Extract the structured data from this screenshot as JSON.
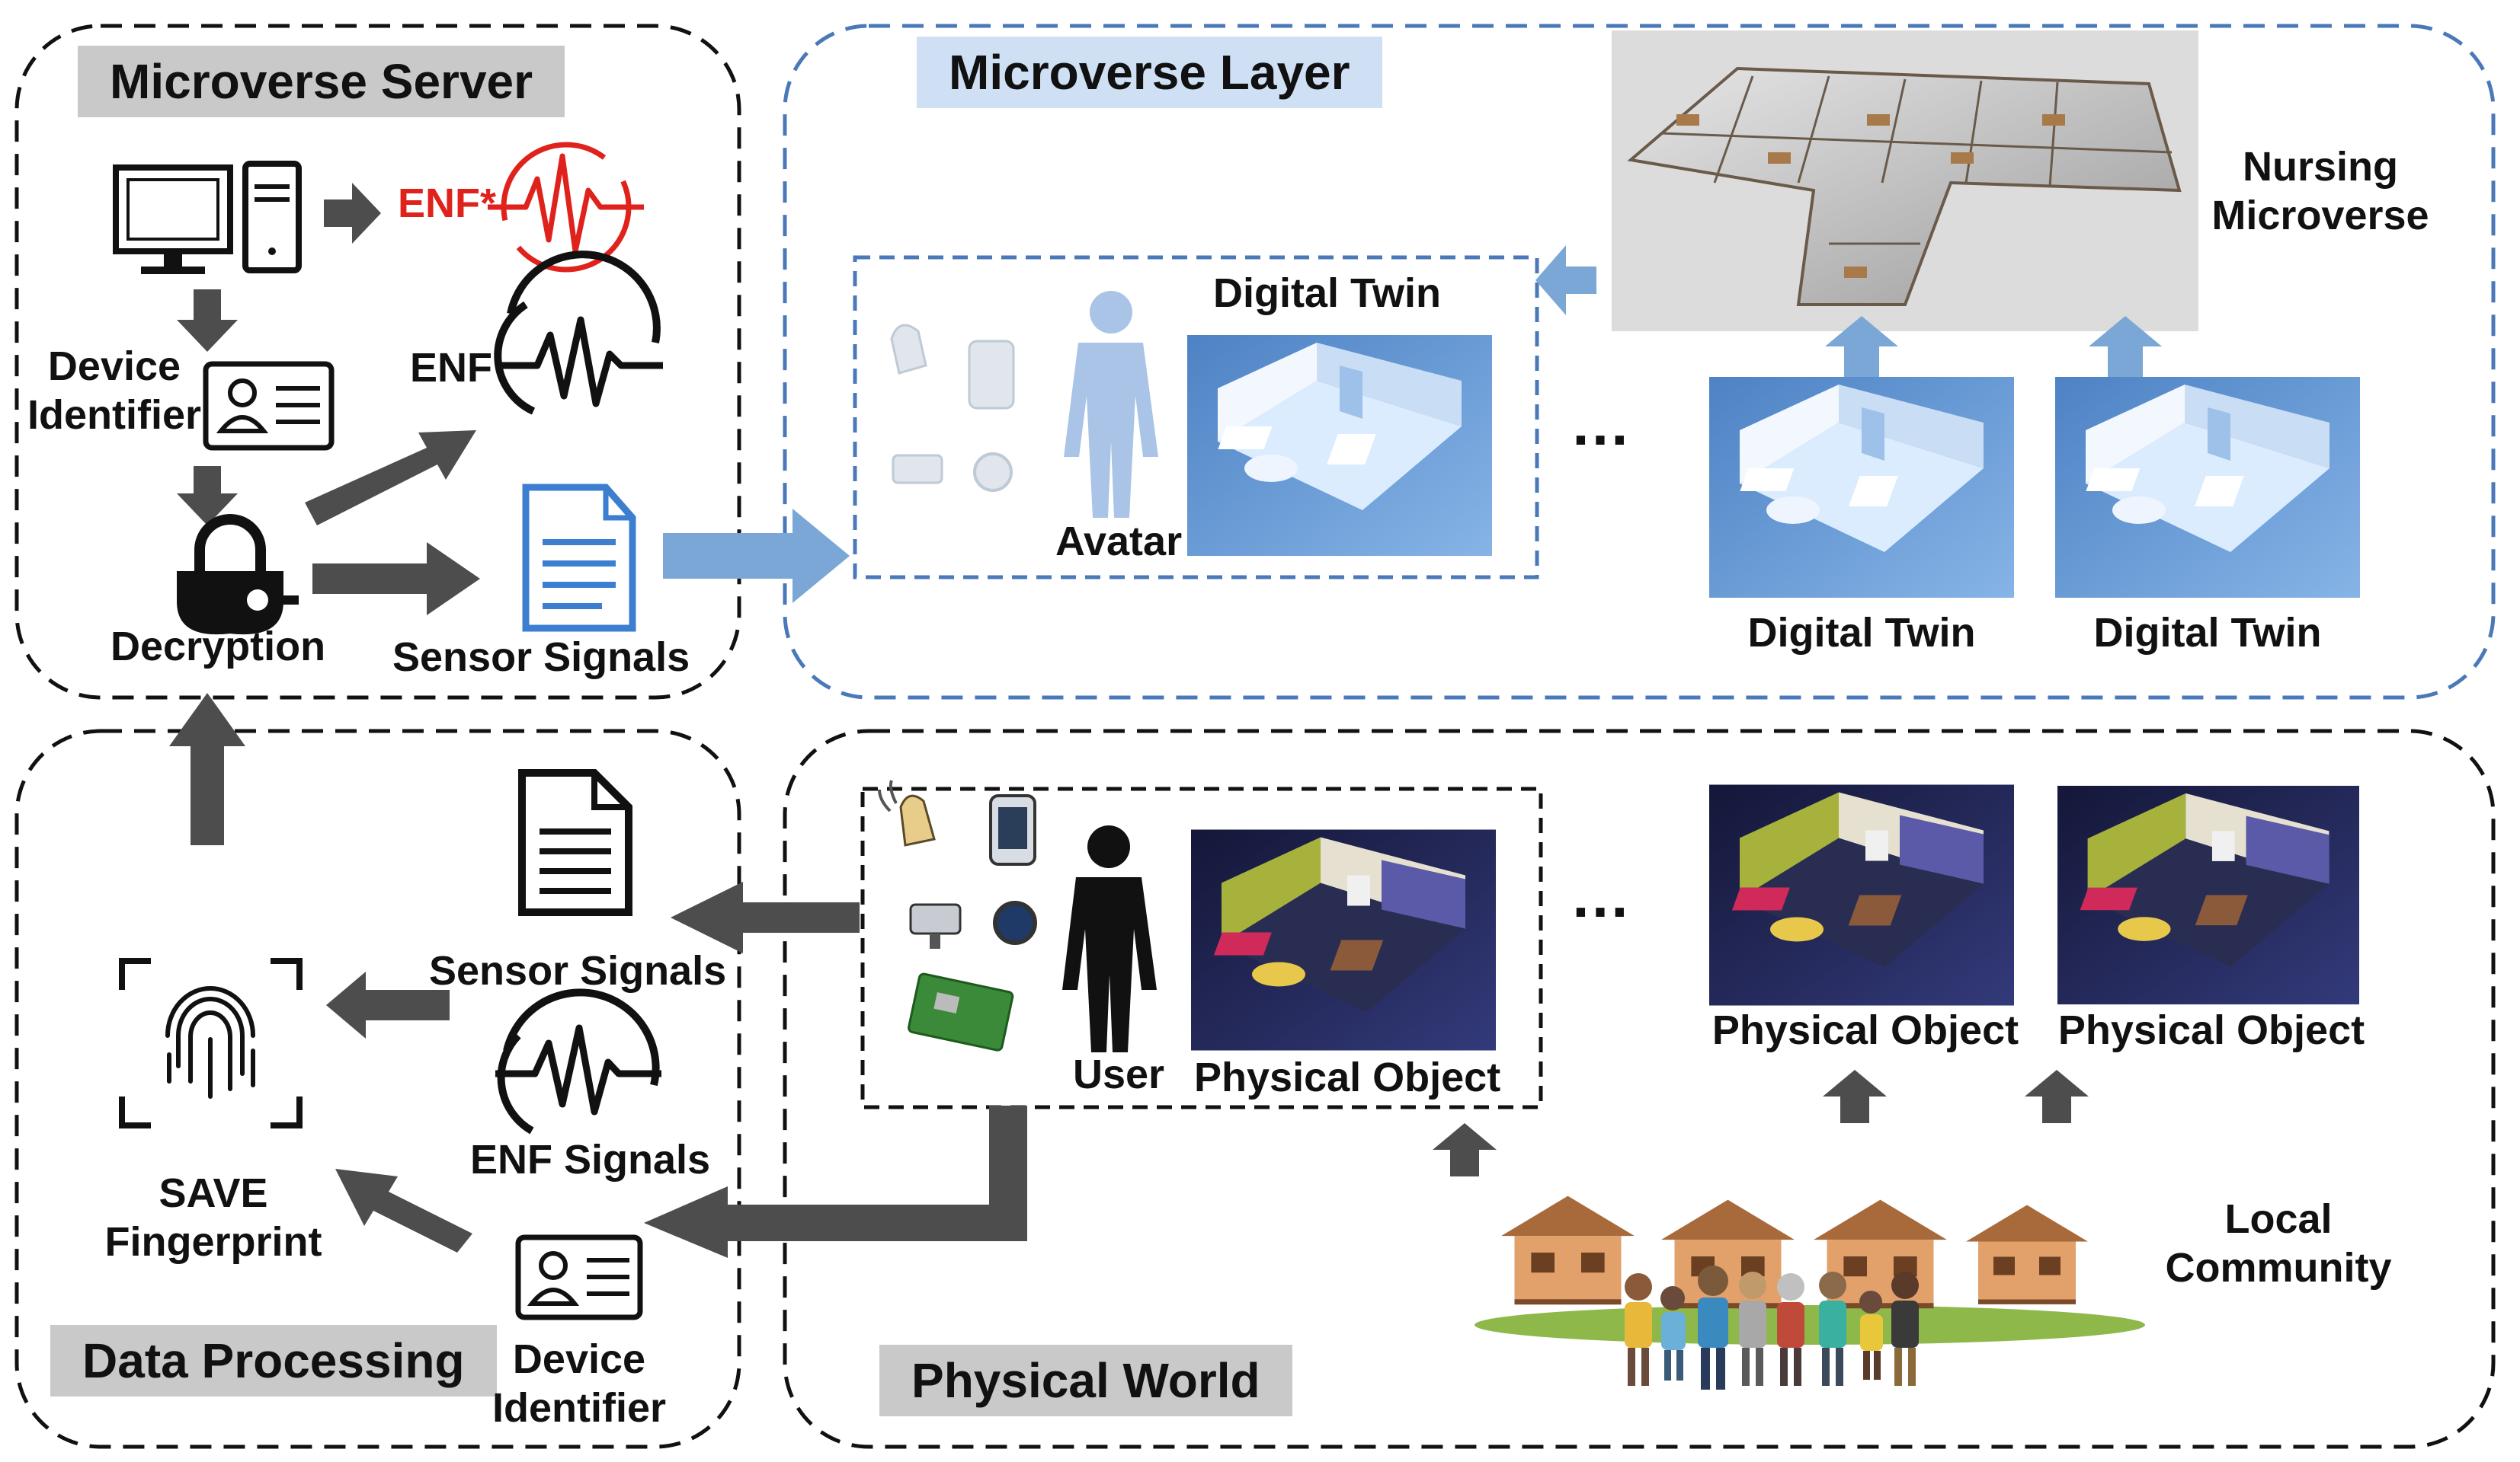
{
  "microverse_server": {
    "title": "Microverse Server",
    "enf_star_label": "ENF*",
    "device_identifier_label": "Device\nIdentifier",
    "enf_label": "ENF",
    "decryption_label": "Decryption",
    "sensor_signals_label": "Sensor Signals"
  },
  "microverse_layer": {
    "title": "Microverse Layer",
    "digital_twin_label": "Digital Twin",
    "avatar_label": "Avatar",
    "ellipsis": "…",
    "nursing_microverse_label": "Nursing\nMicroverse",
    "twin_labels": [
      "Digital Twin",
      "Digital Twin"
    ]
  },
  "data_processing": {
    "title": "Data Processing",
    "sensor_signals_label": "Sensor Signals",
    "enf_signals_label": "ENF Signals",
    "save_fingerprint_label": "SAVE\nFingerprint",
    "device_identifier_label": "Device\nIdentifier"
  },
  "physical_world": {
    "title": "Physical World",
    "user_label": "User",
    "physical_object_label": "Physical Object",
    "ellipsis": "…",
    "object_labels": [
      "Physical Object",
      "Physical Object"
    ],
    "local_community_label": "Local\nCommunity"
  },
  "colors": {
    "dark_arrow": "#4d4d4d",
    "blue_arrow": "#7aa7d6",
    "blue_dash": "#4a78b8",
    "enf_red": "#e0221c",
    "twin_blue": "#5b8ed0",
    "physical_navy": "#23285a"
  }
}
